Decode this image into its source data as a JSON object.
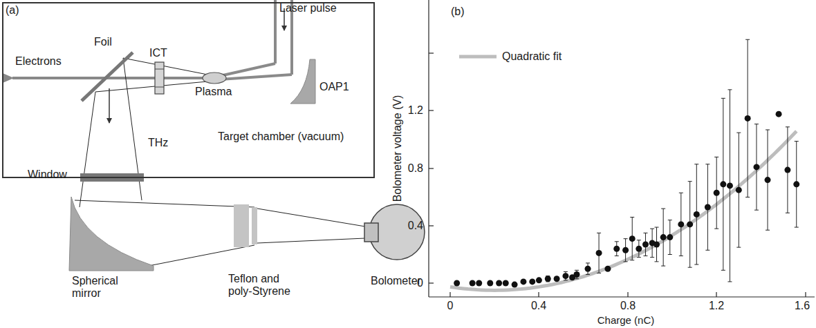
{
  "diagram": {
    "nodes": [
      {
        "text": [
          "Target chamber (vacuum)"
        ]
      }
    ],
    "labels": [
      "(a)",
      "Laser pulse",
      "Foil",
      "ICT",
      "Electrons",
      "Plasma",
      "OAP1",
      "THz",
      "Window",
      "Spherical mirror",
      "Teflon and poly-Styrene",
      "Bolometer",
      "(b)",
      "0",
      "0.4",
      "0.8",
      "1.2",
      "0",
      "0.4",
      "0.8",
      "1.2",
      "1.6",
      "Bolometer voltage (V)",
      "Charge (nC)"
    ],
    "legend": [
      {
        "text": "Quadratic fit"
      }
    ]
  }
}
